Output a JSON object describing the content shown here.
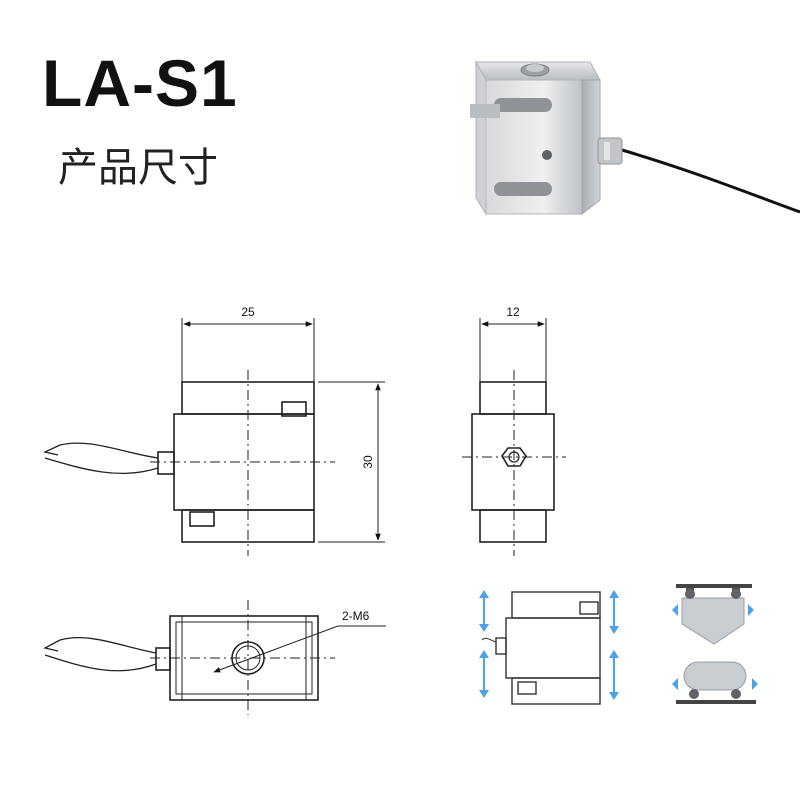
{
  "header": {
    "model": "LA-S1",
    "subtitle": "产品尺寸"
  },
  "dimensions": {
    "width": "25",
    "height": "30",
    "thickness": "12",
    "thread": "2-M6"
  },
  "colors": {
    "line": "#222222",
    "arrow": "#4aa3e8",
    "metal": "#c9ccd0"
  }
}
